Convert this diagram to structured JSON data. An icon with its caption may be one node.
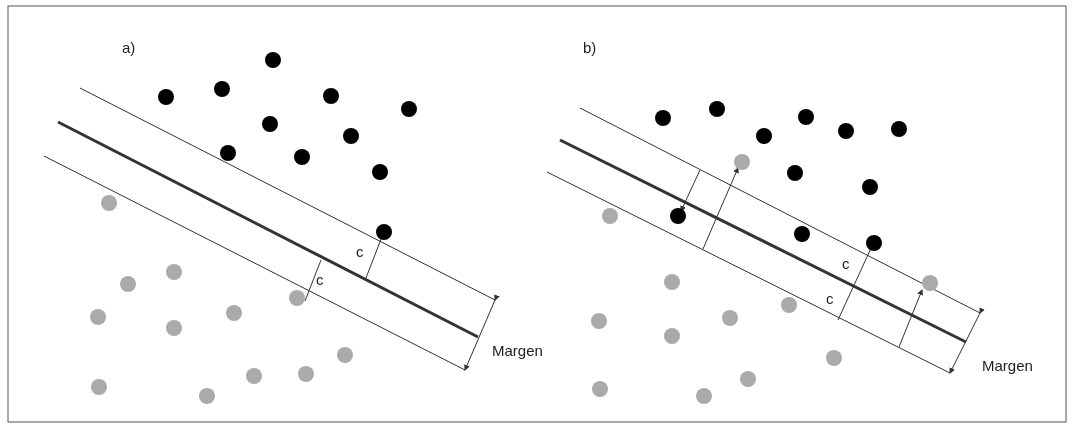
{
  "diagram": {
    "labels": [
      "a)",
      "c",
      "c",
      "Margen",
      "b)",
      "c",
      "c",
      "Margen"
    ]
  }
}
